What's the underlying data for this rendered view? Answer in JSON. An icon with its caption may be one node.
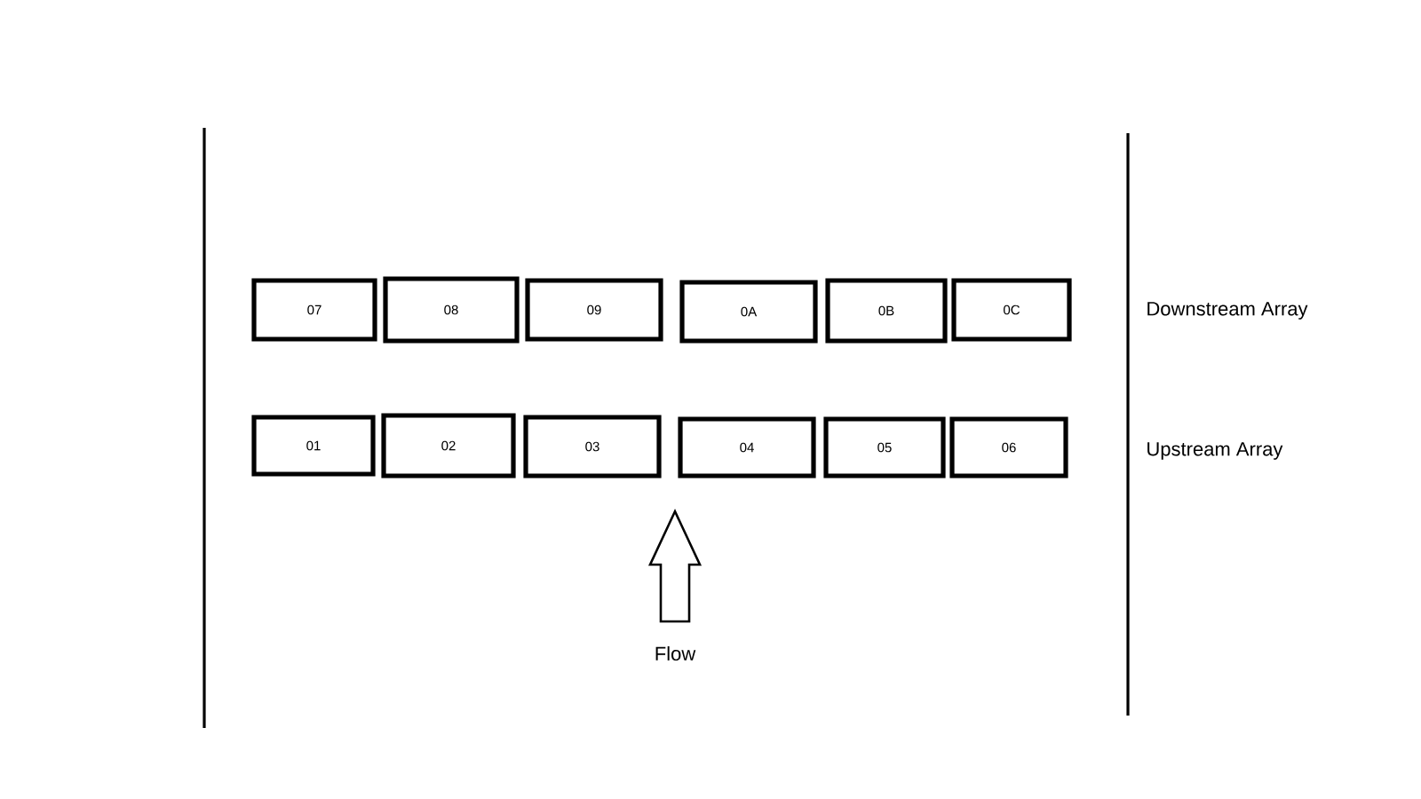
{
  "diagram": {
    "nodes": [
      {
        "text": [
          "07"
        ]
      },
      {
        "text": [
          "08"
        ]
      },
      {
        "text": [
          "09"
        ]
      },
      {
        "text": [
          "0A"
        ]
      },
      {
        "text": [
          "0B"
        ]
      },
      {
        "text": [
          "0C"
        ]
      },
      {
        "text": [
          "01"
        ]
      },
      {
        "text": [
          "02"
        ]
      },
      {
        "text": [
          "03"
        ]
      },
      {
        "text": [
          "04"
        ]
      },
      {
        "text": [
          "05"
        ]
      },
      {
        "text": [
          "06"
        ]
      }
    ],
    "labels": [
      "Downstream Array",
      "Upstream Array",
      "Flow"
    ]
  }
}
